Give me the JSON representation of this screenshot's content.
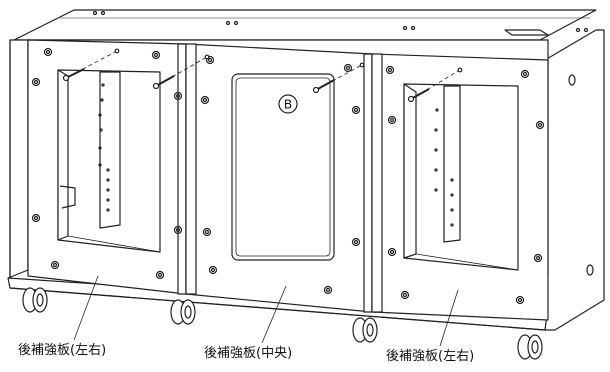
{
  "labels": {
    "left": "後補強板(左右)",
    "middle": "後補強板(中央)",
    "right": "後補強板(左右)"
  },
  "marker": "B",
  "colors": {
    "line": "#222222",
    "fill": "#ffffff",
    "shade": "#e6e6e6"
  }
}
